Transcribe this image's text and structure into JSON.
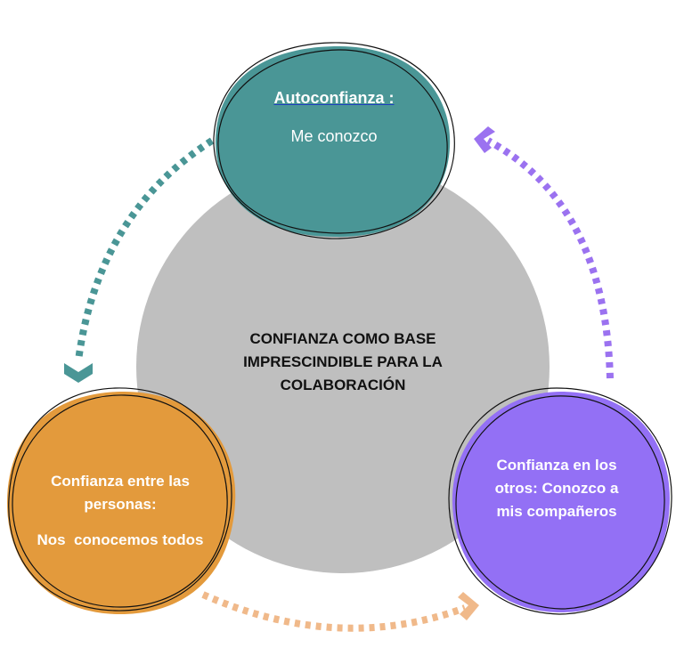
{
  "center": {
    "lines": [
      "CONFIANZA COMO BASE",
      "IMPRESCINDIBLE PARA LA",
      "COLABORACIÓN"
    ]
  },
  "top": {
    "title": "Autoconfianza :",
    "subtitle": "Me conozco"
  },
  "left": {
    "lines": [
      "Confianza entre las",
      "personas:",
      "Nos  conocemos todos"
    ]
  },
  "right": {
    "lines": [
      "Confianza en los",
      "otros: Conozco a",
      "mis compañeros"
    ]
  },
  "colors": {
    "center": "#bfbfbf",
    "top": "#4a9696",
    "left": "#e39a3c",
    "right": "#9370f5",
    "arrow_teal": "#4a9696",
    "arrow_purple": "#9b72f0",
    "arrow_peach": "#f0b98a"
  }
}
